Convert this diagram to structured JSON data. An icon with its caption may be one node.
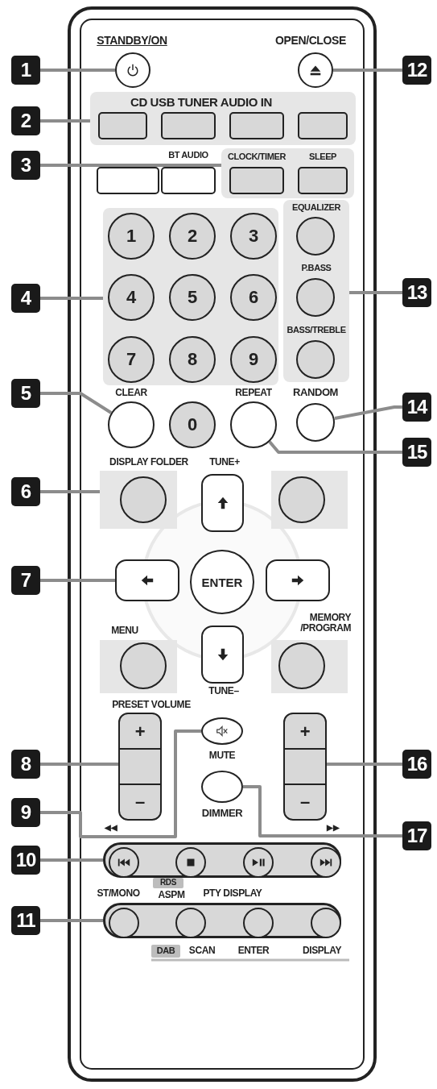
{
  "diagram": {
    "nodes": [
      {
        "text": [
          "STANDBY/ON"
        ]
      },
      {
        "text": [
          "OPEN/CLOSE"
        ]
      },
      {
        "text": [
          "CD USB TUNER AUDIO IN"
        ]
      },
      {
        "text": [],
        "shape": "box",
        "in": 2
      },
      {
        "text": [],
        "shape": "box",
        "in": 2
      },
      {
        "text": [],
        "shape": "box",
        "in": 2
      },
      {
        "text": [],
        "shape": "box",
        "in": 2
      },
      {
        "text": [],
        "shape": "box"
      },
      {
        "text": [
          "BT AUDIO"
        ]
      },
      {
        "text": [],
        "shape": "box"
      },
      {
        "text": [
          "CLOCK/TIMER"
        ],
        "in": 9
      },
      {
        "text": [
          "SLEEP"
        ],
        "in": 9
      },
      {
        "text": [],
        "shape": "box"
      },
      {
        "text": [
          "1"
        ],
        "in": 12
      },
      {
        "text": [
          "2"
        ],
        "in": 12
      },
      {
        "text": [
          "3"
        ],
        "in": 12
      },
      {
        "text": [
          "4"
        ],
        "in": 12
      },
      {
        "text": [
          "5"
        ],
        "in": 12
      },
      {
        "text": [
          "6"
        ],
        "in": 12
      },
      {
        "text": [
          "7"
        ],
        "in": 12
      },
      {
        "text": [
          "8"
        ],
        "in": 12
      },
      {
        "text": [
          "9"
        ],
        "in": 12
      },
      {
        "text": [
          "0"
        ]
      },
      {
        "text": [],
        "shape": "box"
      },
      {
        "text": [
          "EQUALIZER"
        ],
        "in": 23
      },
      {
        "text": [
          "P.BASS"
        ],
        "in": 23
      },
      {
        "text": [
          "BASS/TREBLE"
        ],
        "in": 23
      },
      {
        "text": [
          "CLEAR"
        ]
      },
      {
        "text": [
          "REPEAT"
        ]
      },
      {
        "text": [
          "RANDOM"
        ]
      },
      {
        "text": [
          "DISPLAY FOLDER"
        ]
      },
      {
        "text": [],
        "shape": "circle",
        "in": 30
      },
      {
        "text": [],
        "shape": "box"
      },
      {
        "text": [],
        "shape": "circle",
        "in": 32
      },
      {
        "text": [
          "TUNE+"
        ]
      },
      {
        "text": [],
        "shape": "box"
      },
      {
        "text": [
          "ENTER"
        ]
      },
      {
        "text": [],
        "shape": "box"
      },
      {
        "text": [
          "TUNE–"
        ]
      },
      {
        "text": [
          "MENU"
        ]
      },
      {
        "text": [],
        "shape": "circle",
        "in": 39
      },
      {
        "text": [
          "MEMORY /PROGRAM"
        ]
      },
      {
        "text": [],
        "shape": "circle",
        "in": 41
      },
      {
        "text": [
          "+",
          "–"
        ]
      },
      {
        "text": [
          "+",
          "–"
        ]
      },
      {
        "text": [
          "MUTE"
        ]
      },
      {
        "text": [
          "DIMMER"
        ]
      },
      {
        "text": [],
        "shape": "box"
      },
      {
        "text": [],
        "shape": "circle",
        "in": 47
      },
      {
        "text": [],
        "shape": "circle",
        "in": 47
      },
      {
        "text": [],
        "shape": "circle",
        "in": 47
      },
      {
        "text": [],
        "shape": "circle",
        "in": 47
      },
      {
        "text": [],
        "shape": "box"
      },
      {
        "text": [],
        "shape": "circle",
        "in": 52
      },
      {
        "text": [],
        "shape": "circle",
        "in": 52
      },
      {
        "text": [],
        "shape": "circle",
        "in": 52
      },
      {
        "text": [],
        "shape": "circle",
        "in": 52
      },
      {
        "text": [
          "1"
        ]
      },
      {
        "text": [
          "2"
        ]
      },
      {
        "text": [
          "3"
        ]
      },
      {
        "text": [
          "4"
        ]
      },
      {
        "text": [
          "5"
        ]
      },
      {
        "text": [
          "6"
        ]
      },
      {
        "text": [
          "7"
        ]
      },
      {
        "text": [
          "8"
        ]
      },
      {
        "text": [
          "9"
        ]
      },
      {
        "text": [
          "10"
        ]
      },
      {
        "text": [
          "11"
        ]
      },
      {
        "text": [
          "12"
        ]
      },
      {
        "text": [
          "13"
        ]
      },
      {
        "text": [
          "14"
        ]
      },
      {
        "text": [
          "15"
        ]
      },
      {
        "text": [
          "16"
        ]
      },
      {
        "text": [
          "17"
        ]
      }
    ],
    "edges": [
      {
        "from": 57,
        "to": 0,
        "arrow": "none"
      },
      {
        "from": 58,
        "to": 2,
        "arrow": "none"
      },
      {
        "from": 59,
        "to": 9,
        "arrow": "none"
      },
      {
        "from": 60,
        "to": 12,
        "arrow": "none"
      },
      {
        "from": 61,
        "to": 27,
        "arrow": "none"
      },
      {
        "from": 62,
        "to": 30,
        "arrow": "none"
      },
      {
        "from": 63,
        "to": 35,
        "arrow": "none"
      },
      {
        "from": 64,
        "to": 43,
        "arrow": "none"
      },
      {
        "from": 65,
        "to": 45,
        "arrow": "none"
      },
      {
        "from": 66,
        "to": 47,
        "arrow": "none"
      },
      {
        "from": 67,
        "to": 52,
        "arrow": "none"
      },
      {
        "from": 68,
        "to": 1,
        "arrow": "none"
      },
      {
        "from": 69,
        "to": 23,
        "arrow": "none"
      },
      {
        "from": 70,
        "to": 29,
        "arrow": "none"
      },
      {
        "from": 71,
        "to": 28,
        "arrow": "none"
      },
      {
        "from": 72,
        "to": 44,
        "arrow": "none"
      },
      {
        "from": 73,
        "to": 46,
        "arrow": "none"
      }
    ],
    "labels": [
      "PRESET VOLUME",
      "◀◀",
      "▶▶",
      "ST/MONO",
      "RDS",
      "ASPM",
      "PTY DISPLAY",
      "DAB",
      "SCAN",
      "ENTER",
      "DISPLAY"
    ]
  }
}
